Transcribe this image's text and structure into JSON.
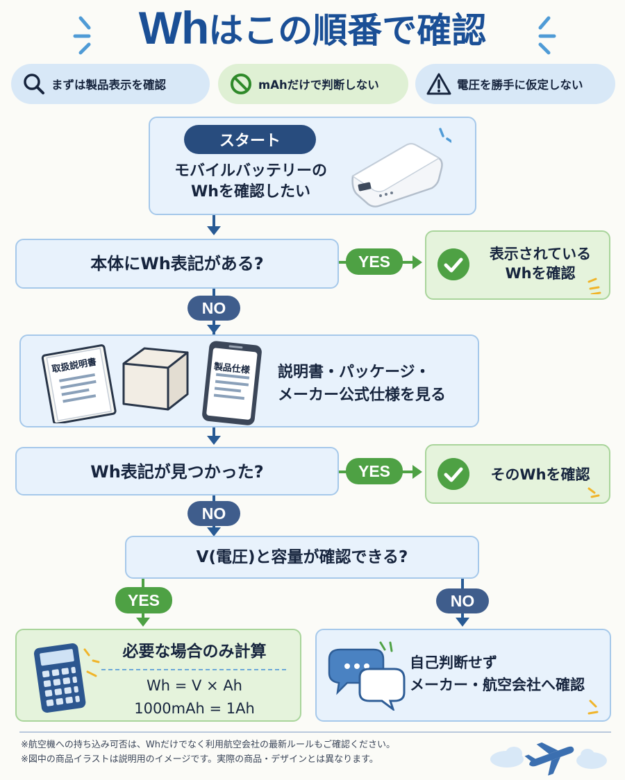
{
  "title": {
    "main_latin": "Wh",
    "main_jp": "はこの順番で確認"
  },
  "pills": [
    {
      "label": "まずは製品表示を確認",
      "icon": "search-icon"
    },
    {
      "label": "mAhだけで判断しない",
      "icon": "prohibit-icon"
    },
    {
      "label": "電圧を勝手に仮定しない",
      "icon": "warning-icon"
    }
  ],
  "start": {
    "badge": "スタート",
    "line1": "モバイルバッテリーの",
    "line2": "Whを確認したい"
  },
  "q1": {
    "text": "本体にWh表記がある?",
    "yes": "YES",
    "no": "NO"
  },
  "r1": {
    "line1": "表示されている",
    "line2": "Whを確認"
  },
  "docs": {
    "manual_label": "取扱説明書",
    "phone_label": "製品仕様",
    "line1": "説明書・パッケージ・",
    "line2": "メーカー公式仕様を見る"
  },
  "q2": {
    "text": "Wh表記が見つかった?",
    "yes": "YES",
    "no": "NO"
  },
  "r2": {
    "text": "そのWhを確認"
  },
  "q3": {
    "text": "V(電圧)と容量が確認できる?",
    "yes": "YES",
    "no": "NO"
  },
  "calc": {
    "title": "必要な場合のみ計算",
    "formula1": "Wh = V × Ah",
    "formula2": "1000mAh = 1Ah"
  },
  "ask": {
    "line1": "自己判断せず",
    "line2": "メーカー・航空会社へ確認"
  },
  "footer": {
    "note1": "※航空機への持ち込み可否は、Whだけでなく利用航空会社の最新ルールもご確認ください。",
    "note2": "※図中の商品イラストは説明用のイメージです。実際の商品・デザインとは異なります。"
  },
  "colors": {
    "navy": "#1a4f96",
    "green": "#4ea144",
    "slate": "#3f5d8c",
    "light_blue": "#e8f2fc",
    "light_green": "#e5f3dc"
  }
}
